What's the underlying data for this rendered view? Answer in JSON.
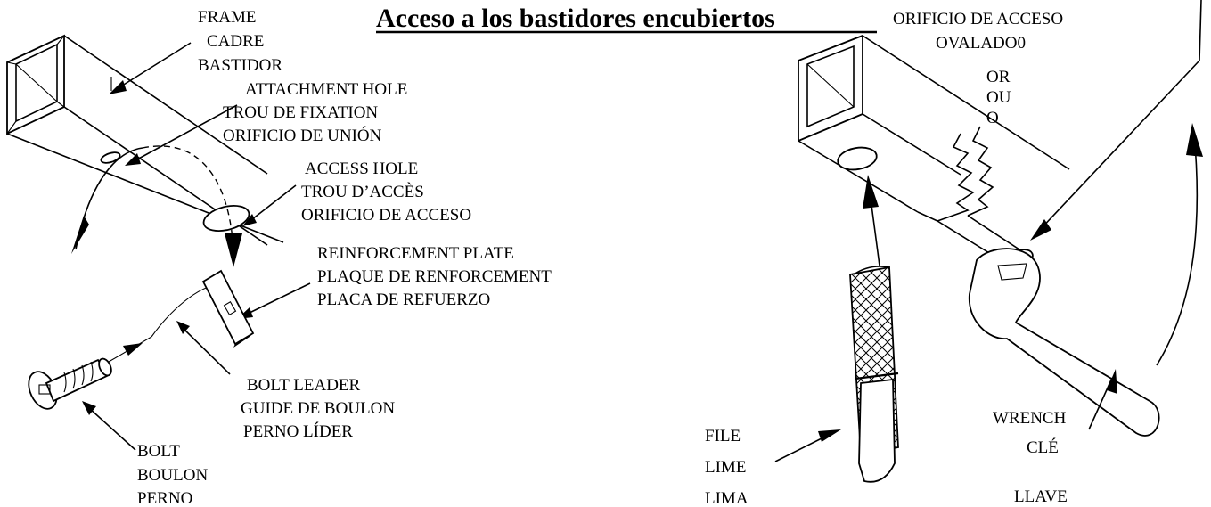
{
  "title": "Acceso a los bastidores encubiertos",
  "labels": {
    "frame": [
      "FRAME",
      "CADRE",
      "BASTIDOR"
    ],
    "attachment_hole": [
      "ATTACHMENT HOLE",
      "TROU DE FIXATION",
      "ORIFICIO DE UNIÓN"
    ],
    "access_hole": [
      "ACCESS HOLE",
      "TROU D’ACCÈS",
      "ORIFICIO DE ACCESO"
    ],
    "reinforcement_plate": [
      "REINFORCEMENT PLATE",
      "PLAQUE DE RENFORCEMENT",
      "PLACA DE REFUERZO"
    ],
    "bolt_leader": [
      "BOLT LEADER",
      "GUIDE DE BOULON",
      "PERNO LÍDER"
    ],
    "bolt": [
      "BOLT",
      "BOULON",
      "PERNO"
    ],
    "oval_access_hole": [
      "ORIFICIO DE ACCESO",
      "OVALADO0"
    ],
    "or_ou_o": [
      "OR",
      "OU",
      "O"
    ],
    "file": [
      "FILE",
      "LIME",
      "LIMA"
    ],
    "wrench": [
      "WRENCH",
      "CLÉ",
      "LLAVE"
    ]
  }
}
